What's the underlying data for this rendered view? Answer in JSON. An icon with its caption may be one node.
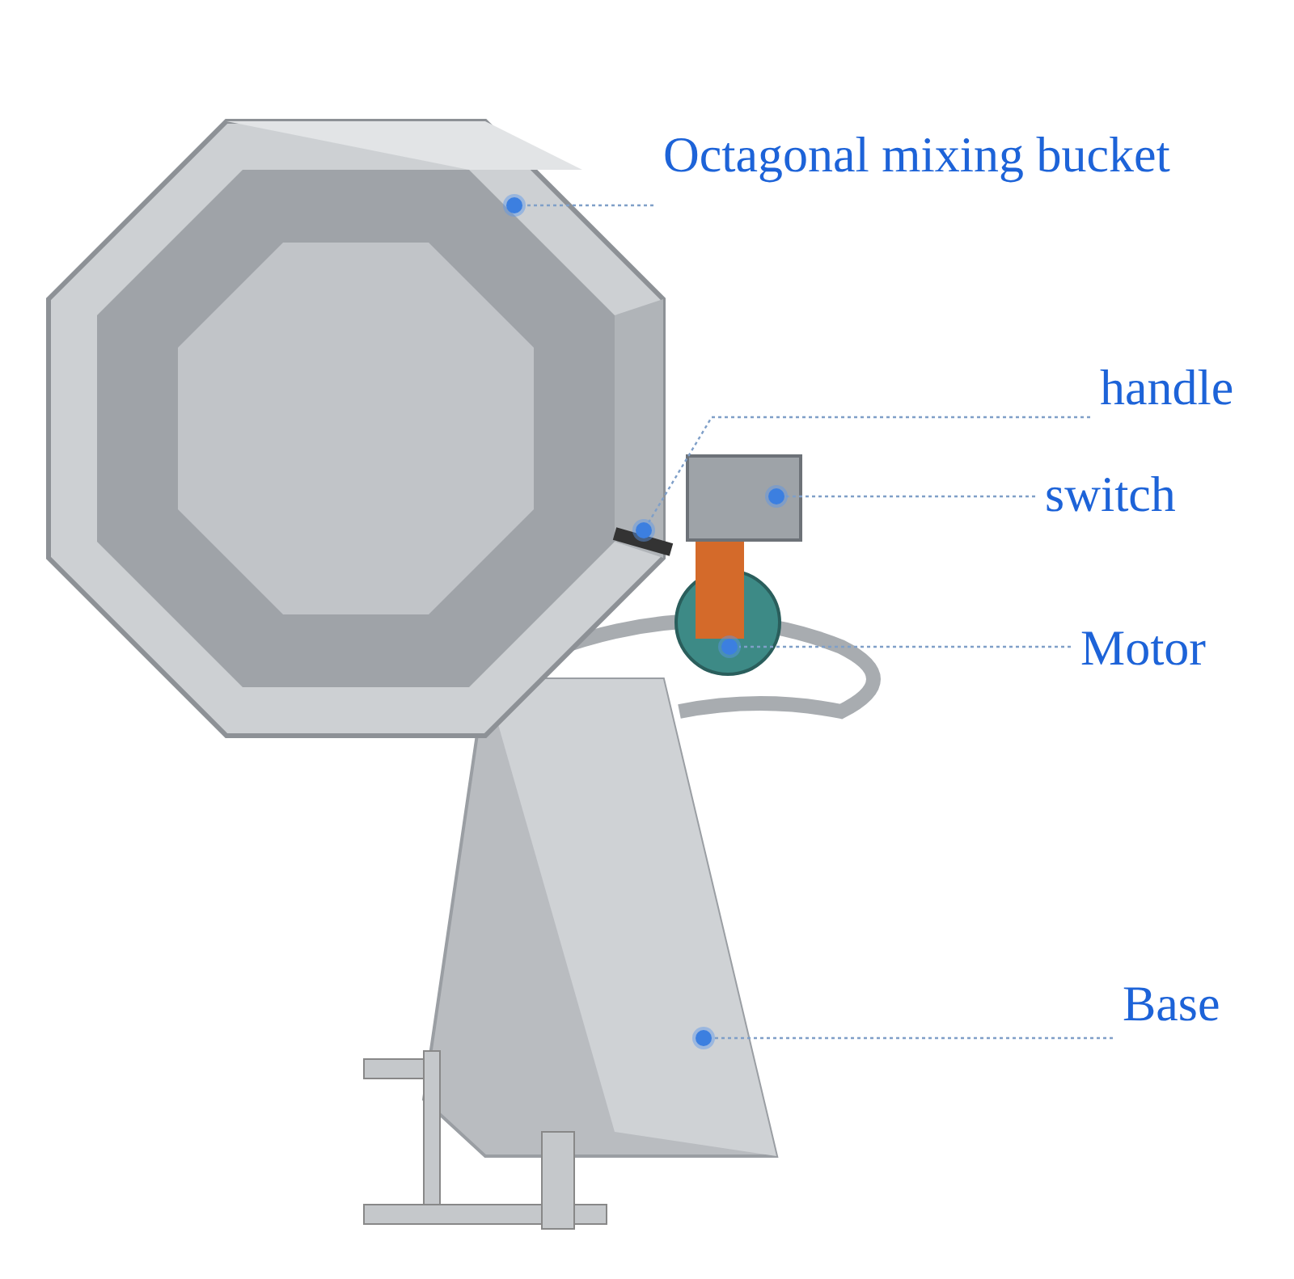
{
  "diagram": {
    "nodes": [
      {
        "text": [
          "Octagonal mixing bucket"
        ]
      },
      {
        "text": [],
        "shape": "circle"
      },
      {
        "text": [
          "handle"
        ]
      },
      {
        "text": [],
        "shape": "circle"
      },
      {
        "text": [
          "switch"
        ]
      },
      {
        "text": [],
        "shape": "circle"
      },
      {
        "text": [
          "Motor"
        ]
      },
      {
        "text": [],
        "shape": "circle"
      },
      {
        "text": [
          "Base"
        ]
      },
      {
        "text": [],
        "shape": "circle"
      }
    ],
    "edges": [
      {
        "from": 0,
        "to": 1,
        "arrow": "none",
        "style": "dashed"
      },
      {
        "from": 2,
        "to": 3,
        "arrow": "none",
        "style": "dashed"
      },
      {
        "from": 4,
        "to": 5,
        "arrow": "none",
        "style": "dashed"
      },
      {
        "from": 6,
        "to": 7,
        "arrow": "none",
        "style": "dashed"
      },
      {
        "from": 8,
        "to": 9,
        "arrow": "none",
        "style": "dashed"
      }
    ]
  }
}
